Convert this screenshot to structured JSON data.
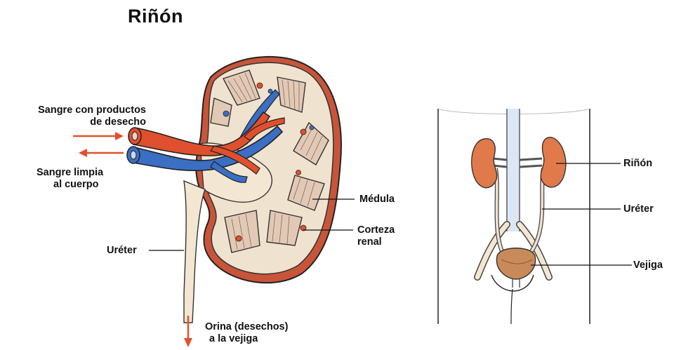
{
  "title": "Riñón",
  "left_diagram": {
    "labels": {
      "dirty_blood_line1": "Sangre con productos",
      "dirty_blood_line2": "de desecho",
      "clean_blood_line1": "Sangre limpia",
      "clean_blood_line2": "al cuerpo",
      "medulla": "Médula",
      "cortex_line1": "Corteza",
      "cortex_line2": "renal",
      "ureter": "Uréter",
      "urine_line1": "Orina (desechos)",
      "urine_line2": "a la vejiga"
    }
  },
  "right_diagram": {
    "labels": {
      "kidney": "Riñón",
      "ureter": "Uréter",
      "bladder": "Vejiga"
    }
  },
  "colors": {
    "artery_red": "#e0502e",
    "vein_blue": "#3a6fc4",
    "kidney_orange": "#e07a4a",
    "capsule_dark": "#c8553a",
    "tissue_tan": "#efe2cf",
    "arrow_red": "#e0502e"
  }
}
